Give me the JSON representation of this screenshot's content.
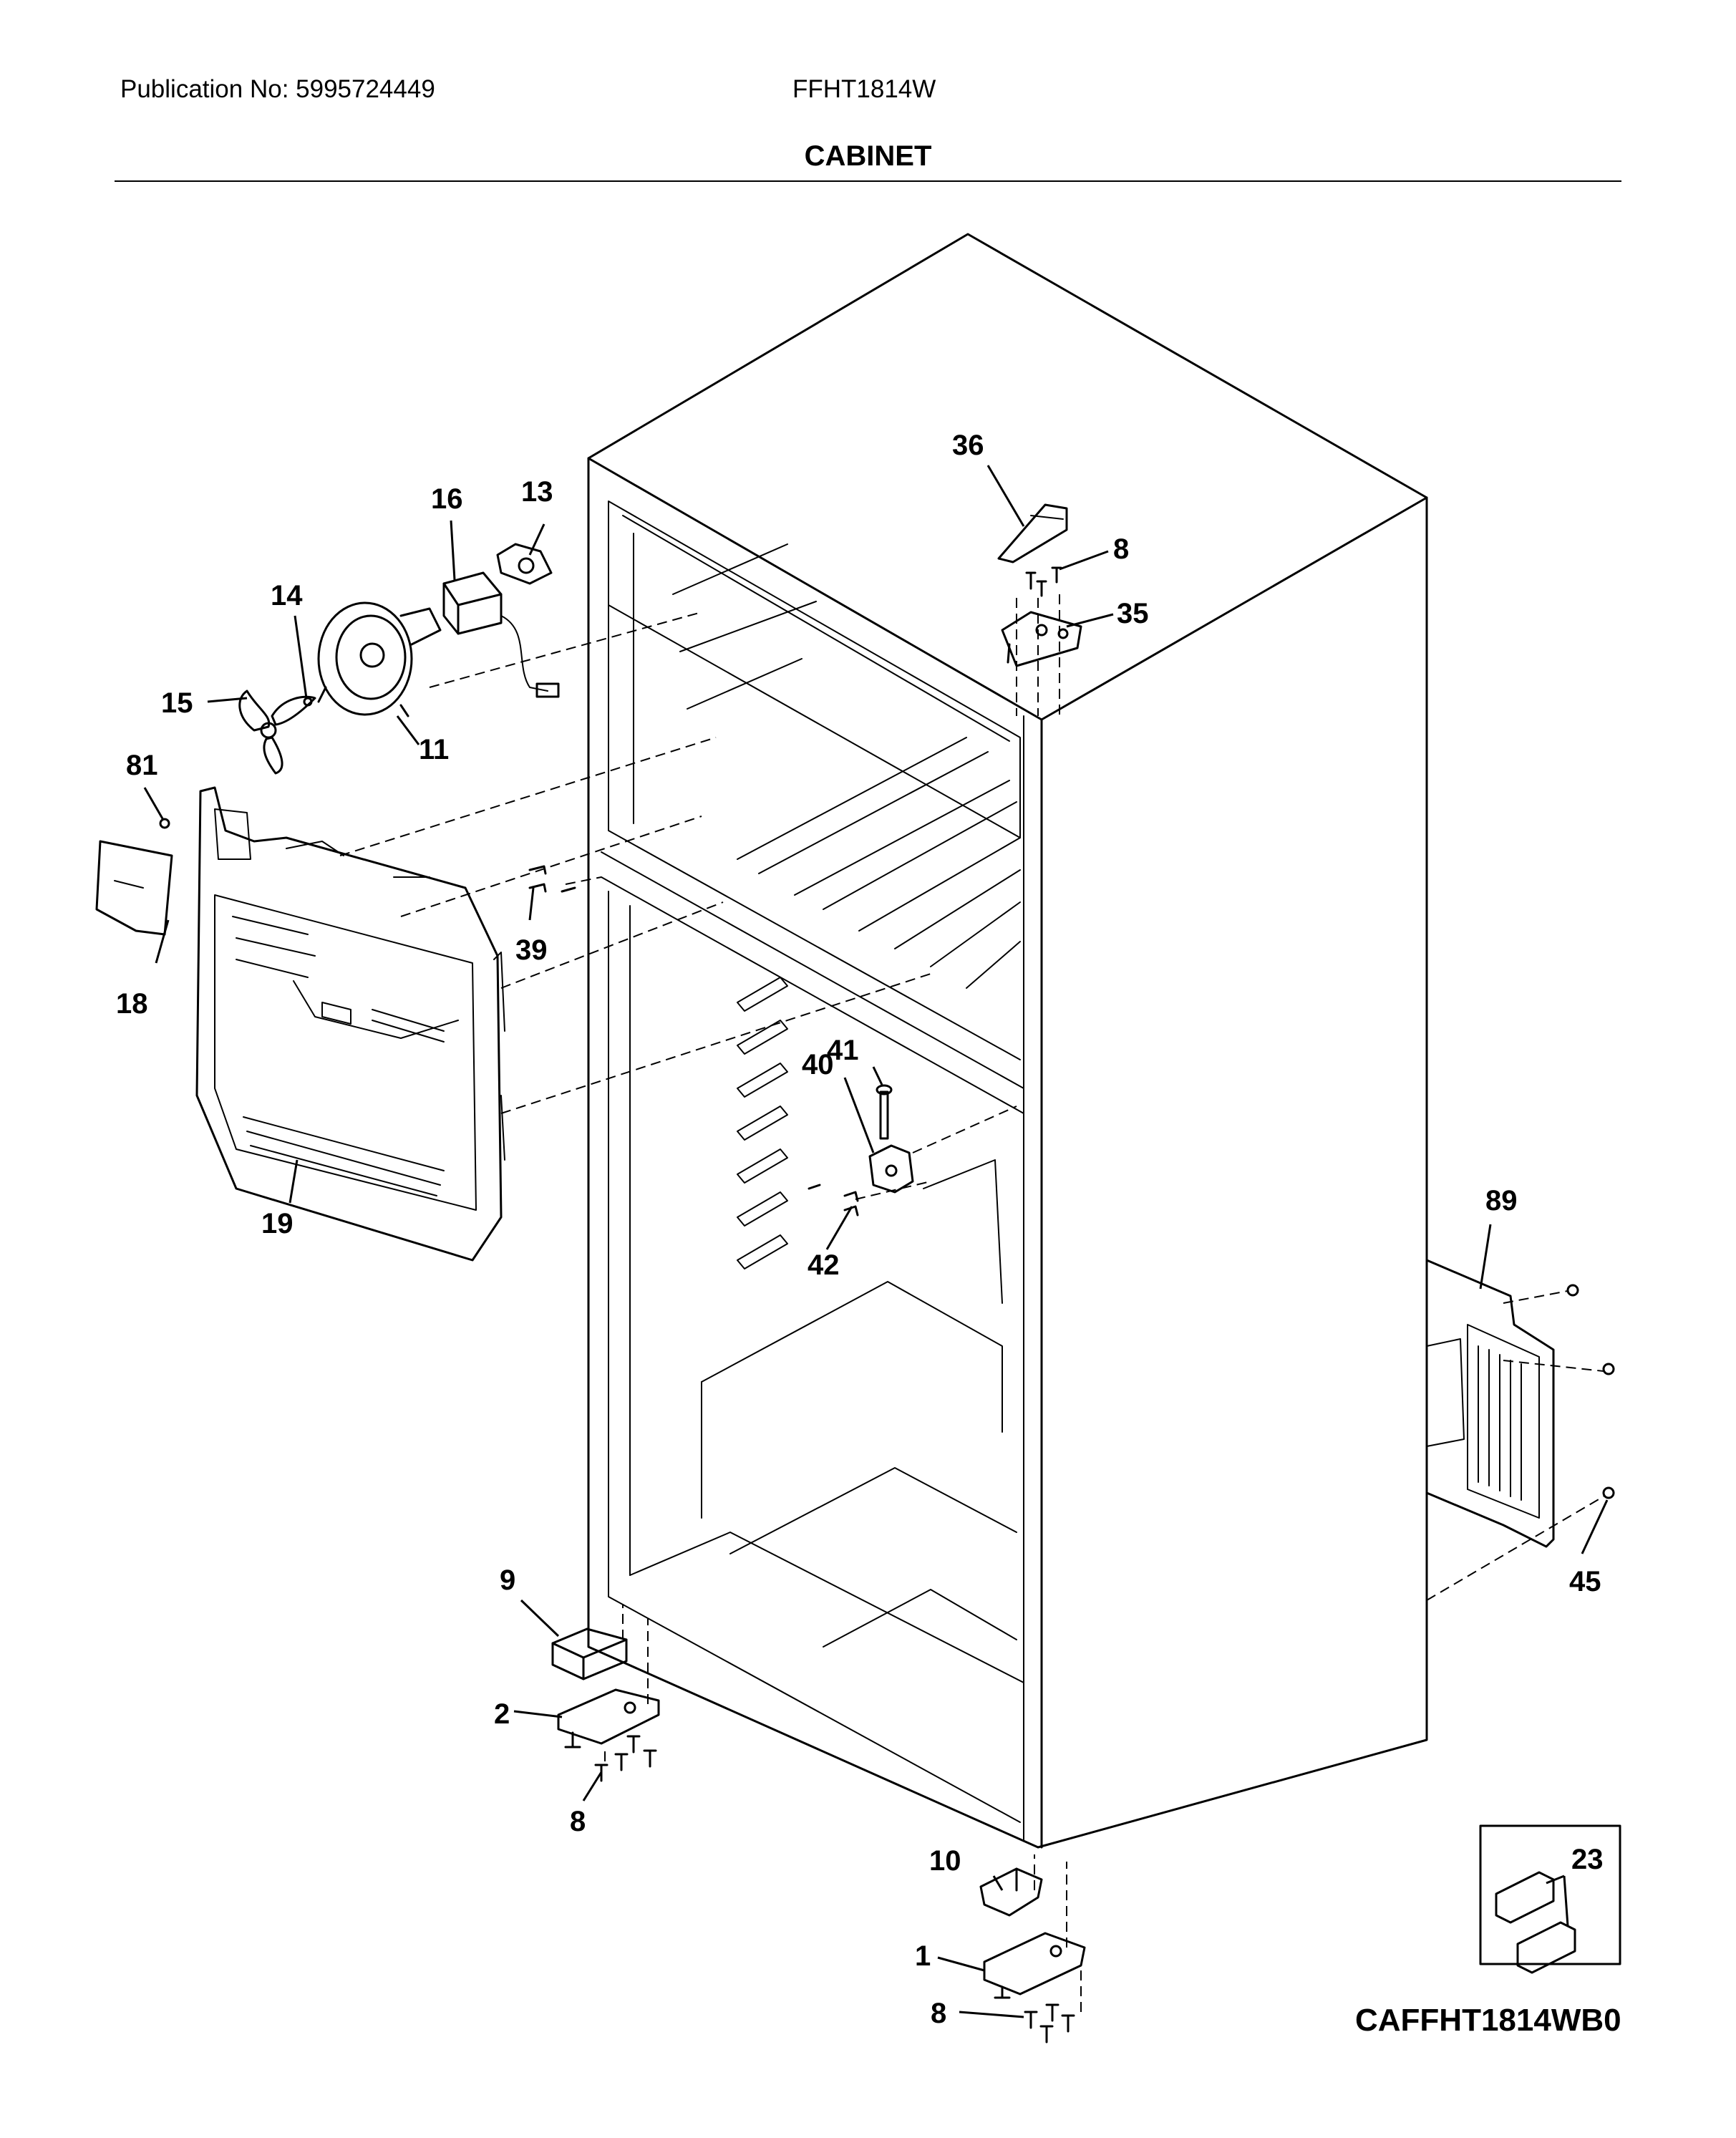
{
  "header": {
    "publication": "Publication No: 5995724449",
    "model": "FFHT1814W",
    "section": "CABINET"
  },
  "footer": {
    "diagram_code": "CAFFHT1814WB0"
  },
  "callouts": [
    {
      "id": "c36",
      "label": "36"
    },
    {
      "id": "c8a",
      "label": "8"
    },
    {
      "id": "c35",
      "label": "35"
    },
    {
      "id": "c16",
      "label": "16"
    },
    {
      "id": "c13",
      "label": "13"
    },
    {
      "id": "c14",
      "label": "14"
    },
    {
      "id": "c15",
      "label": "15"
    },
    {
      "id": "c11",
      "label": "11"
    },
    {
      "id": "c81",
      "label": "81"
    },
    {
      "id": "c18",
      "label": "18"
    },
    {
      "id": "c39",
      "label": "39"
    },
    {
      "id": "c41",
      "label": "41"
    },
    {
      "id": "c40",
      "label": "40"
    },
    {
      "id": "c42",
      "label": "42"
    },
    {
      "id": "c19",
      "label": "19"
    },
    {
      "id": "c89",
      "label": "89"
    },
    {
      "id": "c45",
      "label": "45"
    },
    {
      "id": "c9",
      "label": "9"
    },
    {
      "id": "c2",
      "label": "2"
    },
    {
      "id": "c8b",
      "label": "8"
    },
    {
      "id": "c10",
      "label": "10"
    },
    {
      "id": "c23",
      "label": "23"
    },
    {
      "id": "c1",
      "label": "1"
    },
    {
      "id": "c8c",
      "label": "8"
    }
  ]
}
